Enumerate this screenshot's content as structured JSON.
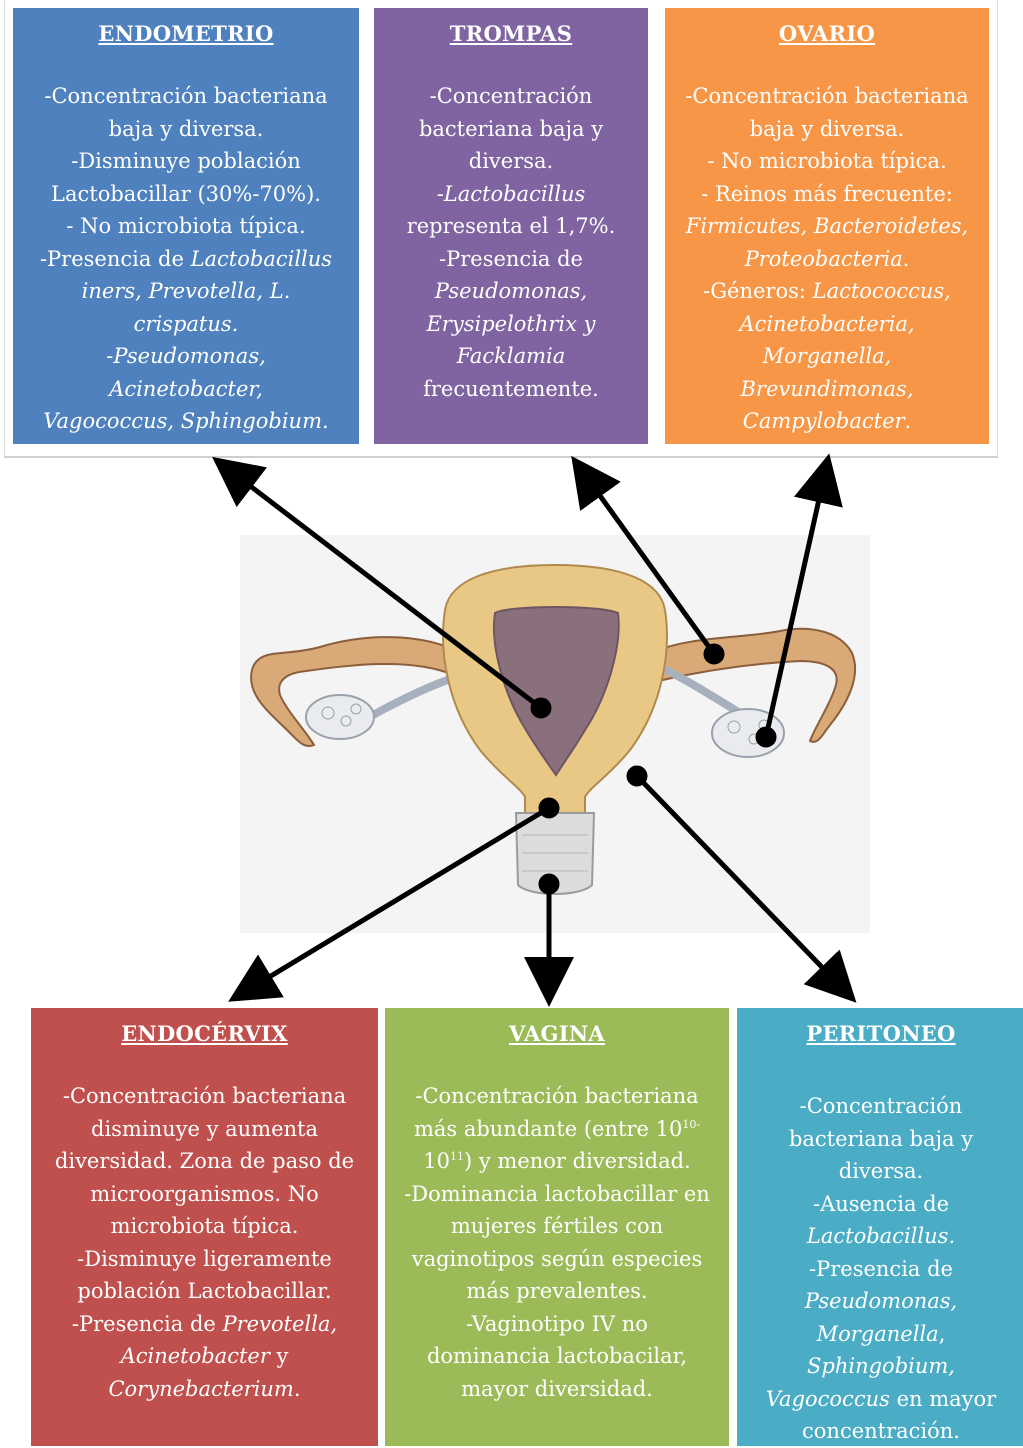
{
  "boxes": {
    "endometrio": {
      "title": "ENDOMETRIO",
      "lines": [
        [
          {
            "t": "-Concentración bacteriana"
          }
        ],
        [
          {
            "t": "baja y diversa."
          }
        ],
        [
          {
            "t": "-Disminuye población"
          }
        ],
        [
          {
            "t": "Lactobacillar (30%-70%)."
          }
        ],
        [
          {
            "t": "- No microbiota típica."
          }
        ],
        [
          {
            "t": "-Presencia de "
          },
          {
            "t": "Lactobacillus",
            "i": true
          }
        ],
        [
          {
            "t": "iners, Prevotella, L. crispatus.",
            "i": true
          }
        ],
        [
          {
            "t": "-Pseudomonas, Acinetobacter,",
            "i": true
          }
        ],
        [
          {
            "t": "Vagococcus, Sphingobium",
            "i": true
          },
          {
            "t": "."
          }
        ]
      ]
    },
    "trompas": {
      "title": "TROMPAS",
      "lines": [
        [
          {
            "t": "-Concentración"
          }
        ],
        [
          {
            "t": "bacteriana baja y"
          }
        ],
        [
          {
            "t": "diversa."
          }
        ],
        [
          {
            "t": "-Lactobacillus",
            "i": true
          }
        ],
        [
          {
            "t": "representa el 1,7%."
          }
        ],
        [
          {
            "t": "-Presencia de"
          }
        ],
        [
          {
            "t": "Pseudomonas,",
            "i": true
          }
        ],
        [
          {
            "t": "Erysipelothrix y",
            "i": true
          }
        ],
        [
          {
            "t": "Facklamia",
            "i": true
          }
        ],
        [
          {
            "t": "frecuentemente."
          }
        ]
      ]
    },
    "ovario": {
      "title": "OVARIO",
      "lines": [
        [
          {
            "t": "-Concentración bacteriana"
          }
        ],
        [
          {
            "t": "baja y diversa."
          }
        ],
        [
          {
            "t": "- No microbiota típica."
          }
        ],
        [
          {
            "t": "- Reinos más frecuente:"
          }
        ],
        [
          {
            "t": "Firmicutes, Bacteroidetes,",
            "i": true
          }
        ],
        [
          {
            "t": "Proteobacteria",
            "i": true
          },
          {
            "t": "."
          }
        ],
        [
          {
            "t": "-Géneros: "
          },
          {
            "t": "Lactococcus,",
            "i": true
          }
        ],
        [
          {
            "t": "Acinetobacteria, Morganella,",
            "i": true
          }
        ],
        [
          {
            "t": "Brevundimonas,",
            "i": true
          }
        ],
        [
          {
            "t": "Campylobacter",
            "i": true
          },
          {
            "t": "."
          }
        ]
      ]
    },
    "endocervix": {
      "title": "ENDOCÉRVIX",
      "lines": [
        [
          {
            "t": "-Concentración bacteriana"
          }
        ],
        [
          {
            "t": "disminuye y aumenta"
          }
        ],
        [
          {
            "t": "diversidad. Zona de paso de"
          }
        ],
        [
          {
            "t": "microorganismos. No"
          }
        ],
        [
          {
            "t": "microbiota típica."
          }
        ],
        [
          {
            "t": "-Disminuye ligeramente"
          }
        ],
        [
          {
            "t": "población Lactobacillar."
          }
        ],
        [
          {
            "t": "-Presencia de "
          },
          {
            "t": "Prevotella,",
            "i": true
          }
        ],
        [
          {
            "t": "Acinetobacter",
            "i": true
          },
          {
            "t": " y"
          }
        ],
        [
          {
            "t": "Corynebacterium",
            "i": true
          },
          {
            "t": "."
          }
        ]
      ]
    },
    "vagina": {
      "title": "VAGINA",
      "lines": [
        [
          {
            "t": "-Concentración bacteriana"
          }
        ],
        [
          {
            "t": "más abundante (entre 10"
          },
          {
            "t": "10-",
            "sup": true
          }
        ],
        [
          {
            "t": "10"
          },
          {
            "t": "11",
            "sup": true
          },
          {
            "t": ") y menor diversidad."
          }
        ],
        [
          {
            "t": "-Dominancia lactobacillar en"
          }
        ],
        [
          {
            "t": "mujeres fértiles con"
          }
        ],
        [
          {
            "t": "vaginotipos según especies"
          }
        ],
        [
          {
            "t": "más prevalentes."
          }
        ],
        [
          {
            "t": "-Vaginotipo IV no"
          }
        ],
        [
          {
            "t": "dominancia lactobacilar,"
          }
        ],
        [
          {
            "t": "mayor diversidad."
          }
        ]
      ]
    },
    "peritoneo": {
      "title": "PERITONEO",
      "lines": [
        [
          {
            "t": "-Concentración"
          }
        ],
        [
          {
            "t": "bacteriana baja y"
          }
        ],
        [
          {
            "t": "diversa."
          }
        ],
        [
          {
            "t": "-Ausencia de"
          }
        ],
        [
          {
            "t": "Lactobacillus.",
            "i": true
          }
        ],
        [
          {
            "t": "-Presencia de"
          }
        ],
        [
          {
            "t": "Pseudomonas,",
            "i": true
          }
        ],
        [
          {
            "t": "Morganella",
            "i": true
          },
          {
            "t": ","
          }
        ],
        [
          {
            "t": "Sphingobium,",
            "i": true
          }
        ],
        [
          {
            "t": "Vagococcus",
            "i": true
          },
          {
            "t": " en mayor"
          }
        ],
        [
          {
            "t": "concentración."
          }
        ]
      ]
    }
  },
  "colors": {
    "endometrio": "#4e81bd",
    "trompas": "#8064a2",
    "ovario": "#f79646",
    "endocervix": "#c0504d",
    "vagina": "#9bbb59",
    "peritoneo": "#4bacc6",
    "arrow": "#000000"
  }
}
